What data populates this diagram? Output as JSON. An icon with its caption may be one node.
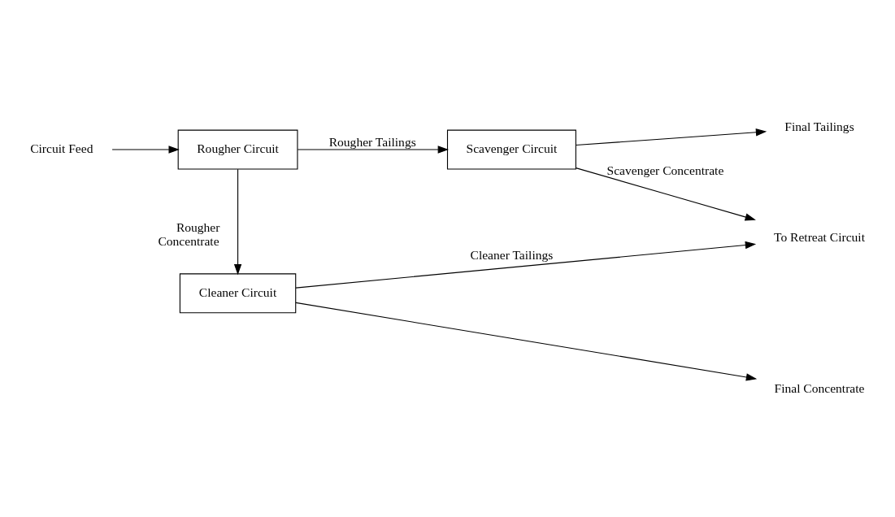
{
  "diagram": {
    "nodes": [
      {
        "text": [
          "Circuit Feed"
        ]
      },
      {
        "text": [
          "Rougher Circuit"
        ]
      },
      {
        "text": [
          "Scavenger Circuit"
        ]
      },
      {
        "text": [
          "Final Tailings"
        ]
      },
      {
        "text": [
          "Cleaner Circuit"
        ]
      },
      {
        "text": [
          "To Retreat Circuit"
        ]
      },
      {
        "text": [
          "Final Concentrate"
        ]
      }
    ],
    "edges": [
      {
        "from": 0,
        "to": 1,
        "arrow": "to"
      },
      {
        "from": 1,
        "to": 2,
        "arrow": "to",
        "label": "Rougher Tailings"
      },
      {
        "from": 2,
        "to": 3,
        "arrow": "to"
      },
      {
        "from": 1,
        "to": 4,
        "arrow": "to",
        "label": "Rougher Concentrate"
      },
      {
        "from": 2,
        "to": 5,
        "arrow": "to",
        "label": "Scavenger Concentrate"
      },
      {
        "from": 4,
        "to": 5,
        "arrow": "to",
        "label": "Cleaner Tailings"
      },
      {
        "from": 4,
        "to": 6,
        "arrow": "to"
      }
    ]
  }
}
